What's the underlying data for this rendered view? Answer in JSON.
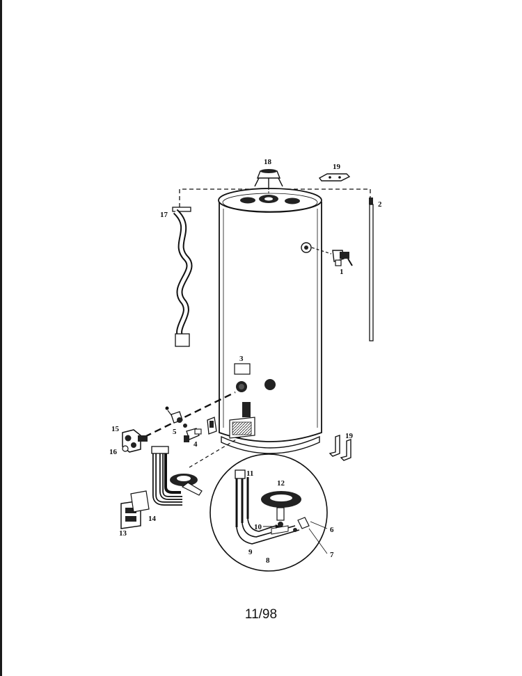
{
  "callouts": {
    "c1": "1",
    "c2": "2",
    "c3": "3",
    "c4": "4",
    "c5": "5",
    "c6": "6",
    "c7": "7",
    "c8": "8",
    "c9": "9",
    "c10": "10",
    "c11": "11",
    "c12": "12",
    "c13": "13",
    "c14": "14",
    "c15": "15",
    "c16": "16",
    "c17": "17",
    "c18": "18",
    "c19a": "19",
    "c19b": "19"
  },
  "footer": {
    "date_code": "11/98"
  },
  "colors": {
    "ink": "#111111",
    "paper": "#ffffff"
  }
}
